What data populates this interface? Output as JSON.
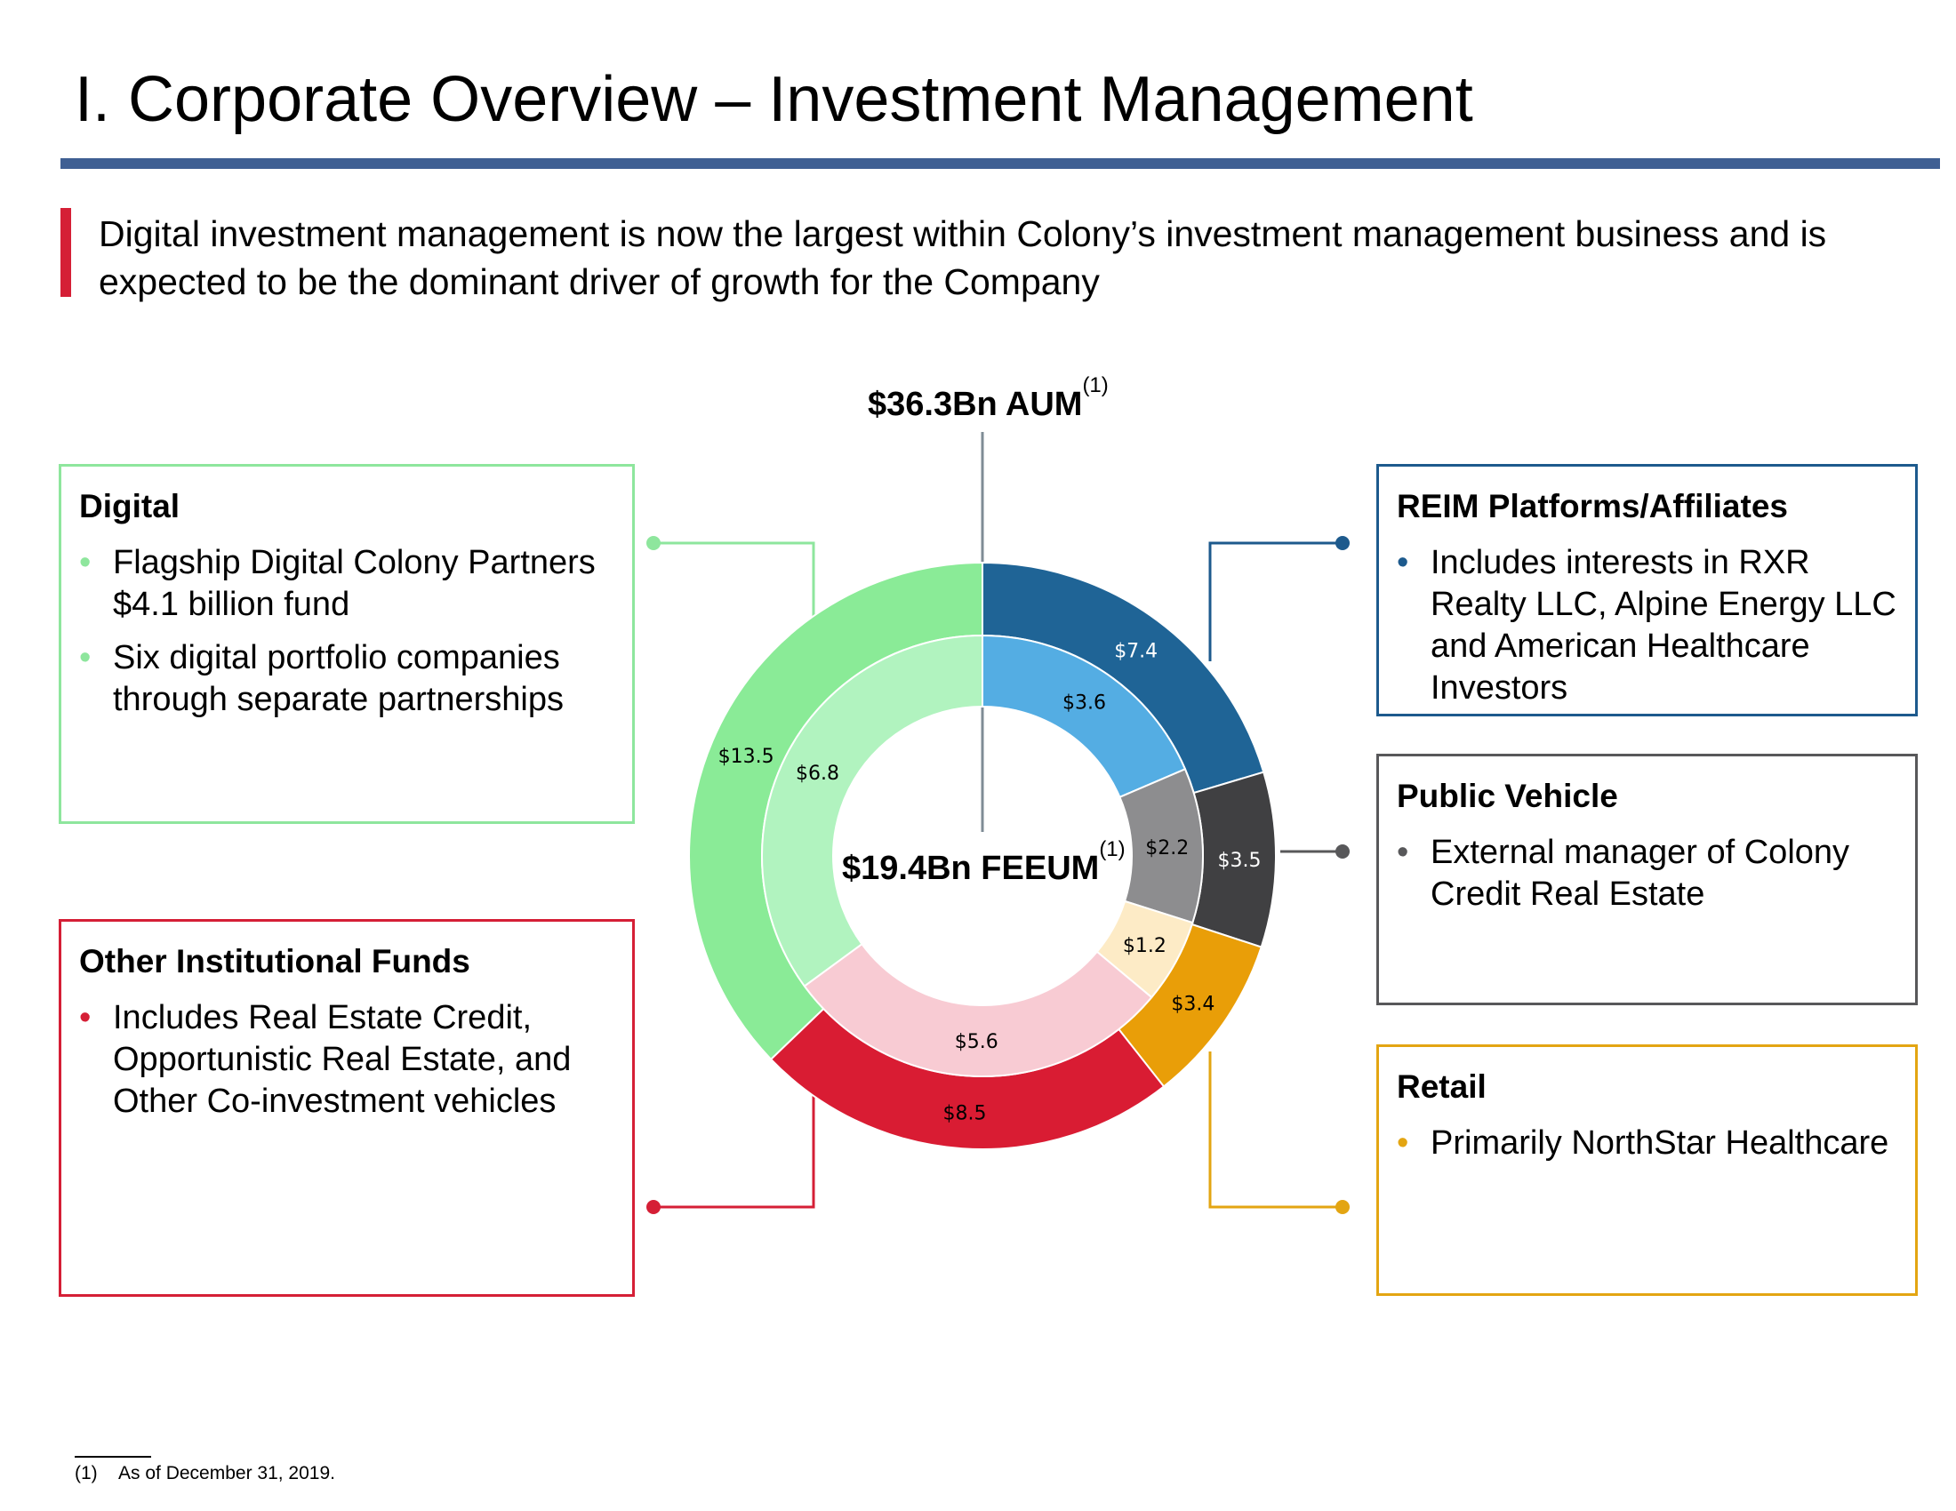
{
  "title": "I. Corporate Overview – Investment Management",
  "subtitle": "Digital investment management is now the largest within Colony’s investment management business and is expected to be the dominant driver of growth for the Company",
  "aum_label": "$36.3Bn AUM",
  "aum_footnote": "(1)",
  "feeum_label": "$19.4Bn FEEUM",
  "feeum_footnote": "(1)",
  "boxes": {
    "digital": {
      "title": "Digital",
      "bullets": [
        "Flagship Digital Colony Partners $4.1 billion fund",
        "Six digital portfolio companies through separate partnerships"
      ],
      "color": "#8ee69d"
    },
    "other_institutional": {
      "title": "Other Institutional Funds",
      "bullets": [
        "Includes Real Estate Credit, Opportunistic Real Estate, and Other Co-investment vehicles"
      ],
      "color": "#d51f36"
    },
    "reim": {
      "title": "REIM Platforms/Affiliates",
      "bullets": [
        "Includes interests in RXR Realty LLC, Alpine Energy LLC and American Healthcare Investors"
      ],
      "color": "#1d5a8d"
    },
    "public_vehicle": {
      "title": "Public Vehicle",
      "bullets": [
        "External manager of Colony Credit Real Estate"
      ],
      "color": "#58585a"
    },
    "retail": {
      "title": "Retail",
      "bullets": [
        "Primarily NorthStar Healthcare"
      ],
      "color": "#e3a512"
    }
  },
  "bullet_glyph": "•",
  "footnote": {
    "marker": "(1)",
    "text": "As of December 31, 2019."
  },
  "chart_data": {
    "type": "pie",
    "variant": "nested-donut",
    "categories": [
      "REIM Platforms/Affiliates",
      "Public Vehicle",
      "Retail",
      "Other Institutional Funds",
      "Digital"
    ],
    "series": [
      {
        "values": [
          7.4,
          3.5,
          3.4,
          8.5,
          13.5
        ],
        "labels": [
          "$7.4",
          "$3.5",
          "$3.4",
          "$8.5",
          "$13.5"
        ],
        "colors": [
          "#1f6496",
          "#404042",
          "#e99e08",
          "#d91c33",
          "#8aeb97"
        ],
        "ring": "outer"
      },
      {
        "values": [
          3.6,
          2.2,
          1.2,
          5.6,
          6.8
        ],
        "labels": [
          "$3.6",
          "$2.2",
          "$1.2",
          "$5.6",
          "$6.8"
        ],
        "colors": [
          "#54ade3",
          "#8d8d8f",
          "#fdebc6",
          "#f8cbd3",
          "#b1f3bf"
        ],
        "ring": "inner"
      }
    ]
  }
}
